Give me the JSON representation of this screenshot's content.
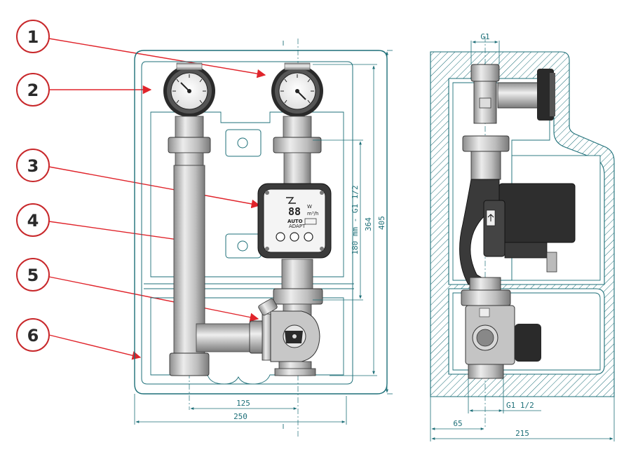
{
  "callouts": [
    "1",
    "2",
    "3",
    "4",
    "5",
    "6"
  ],
  "front_view": {
    "dimensions": {
      "width_outer": "250",
      "width_axis": "125",
      "height_outer": "405",
      "height_inner": "364",
      "pump_length": "180 mm - G1 1/2"
    },
    "pump_display": {
      "digits": "88",
      "unit_top": "W",
      "unit_bottom": "m³/h",
      "auto_label": "AUTO",
      "adapt_label": "ADAPT"
    }
  },
  "side_view": {
    "dimensions": {
      "top_thread": "G1",
      "bottom_thread": "G1 1/2",
      "offset": "65",
      "depth": "215"
    }
  },
  "colors": {
    "outline": "#1d6f78",
    "insulation": "#9fc7cc",
    "hatch": "#1d6f78",
    "arrow": "#e0242b",
    "circle": "#c8282b",
    "metal": "#c9c9c9",
    "dark": "#1e1e1e"
  }
}
